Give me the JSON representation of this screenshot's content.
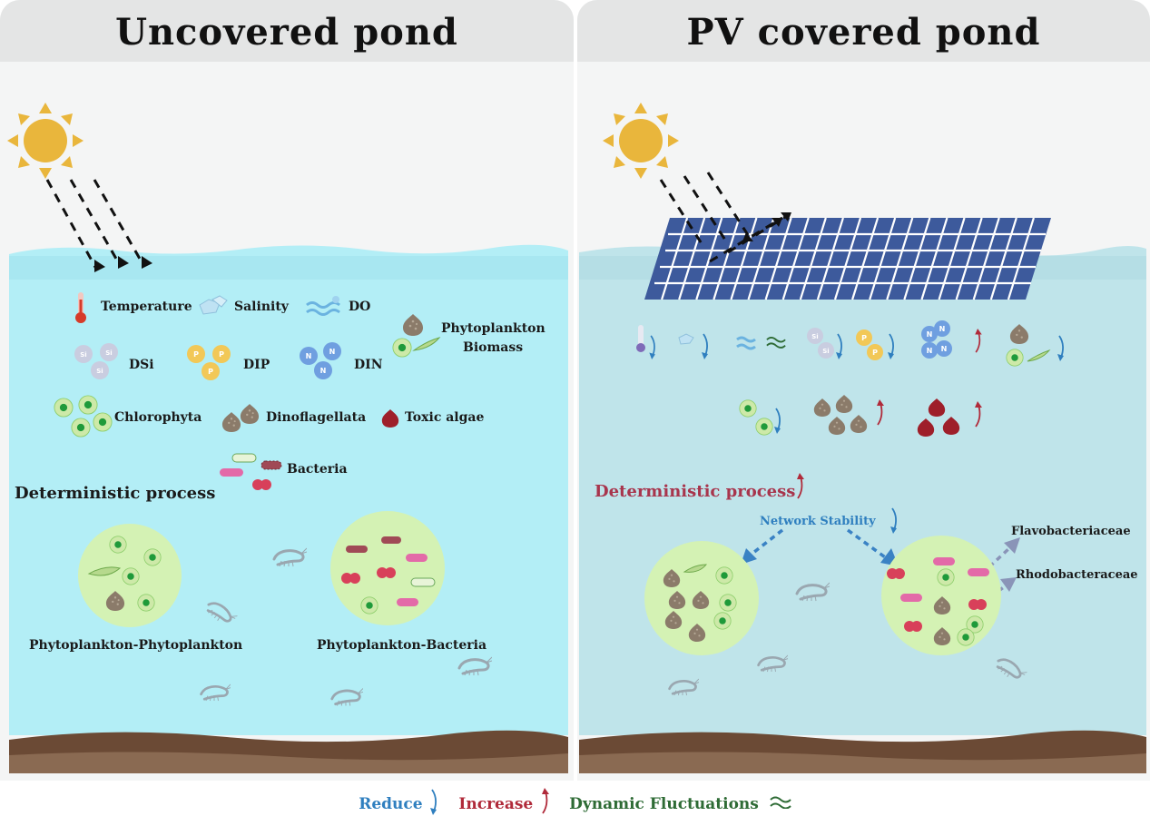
{
  "left": {
    "title": "Uncovered pond",
    "labels": {
      "temperature": "Temperature",
      "salinity": "Salinity",
      "do": "DO",
      "biomass_1": "Phytoplankton",
      "biomass_2": "Biomass",
      "dsi": "DSi",
      "dip": "DIP",
      "din": "DIN",
      "chlorophyta": "Chlorophyta",
      "dinoflagellata": "Dinoflagellata",
      "toxic_algae": "Toxic algae",
      "bacteria": "Bacteria",
      "deterministic": "Deterministic process",
      "network_pp": "Phytoplankton-Phytoplankton",
      "network_pb": "Phytoplankton-Bacteria"
    }
  },
  "right": {
    "title": "PV covered pond",
    "labels": {
      "deterministic": "Deterministic process",
      "network_stability": "Network Stability",
      "flavo": "Flavobacteriaceae",
      "rhodo": "Rhodobacteraceae"
    }
  },
  "legend": {
    "reduce": "Reduce",
    "increase": "Increase",
    "fluctuations": "Dynamic Fluctuations"
  },
  "colors": {
    "reduce": "#2f7fbf",
    "increase": "#b02a3a",
    "fluctuations": "#2e6b35",
    "water_left": "#b3eef6",
    "water_right": "#bfe4ea",
    "sun": "#e9b63c",
    "panel": "#3d5a9c",
    "soil": "#6b4a35",
    "green_cell": "#cde9a8",
    "network_circle": "#d4f2b4",
    "dino": "#8b7b6a",
    "toxic": "#9e1f2a"
  }
}
